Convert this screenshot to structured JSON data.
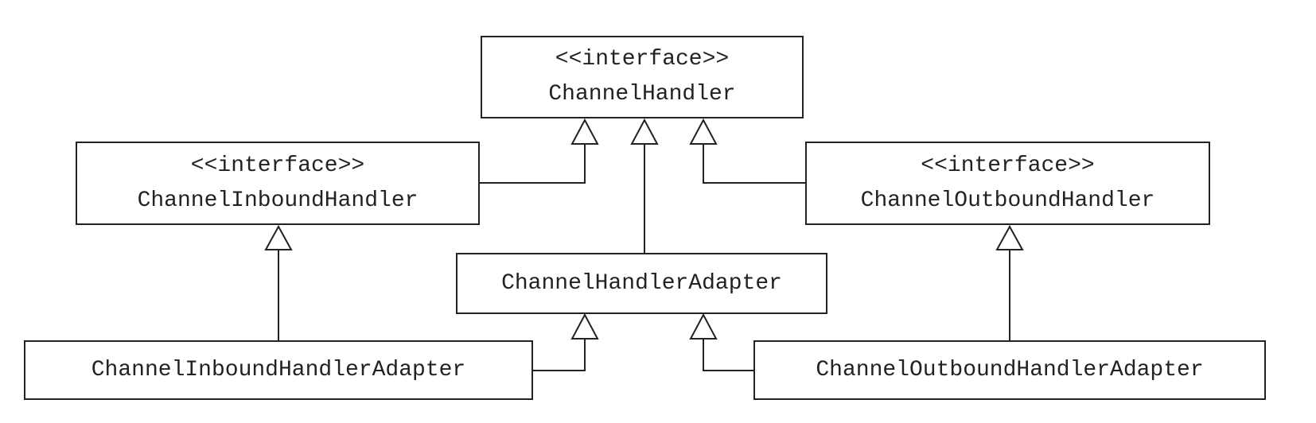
{
  "diagram": {
    "type": "uml-class-hierarchy",
    "nodes": {
      "channel_handler": {
        "stereotype": "<<interface>>",
        "name": "ChannelHandler"
      },
      "channel_inbound_handler": {
        "stereotype": "<<interface>>",
        "name": "ChannelInboundHandler"
      },
      "channel_outbound_handler": {
        "stereotype": "<<interface>>",
        "name": "ChannelOutboundHandler"
      },
      "channel_handler_adapter": {
        "name": "ChannelHandlerAdapter"
      },
      "channel_inbound_handler_adapter": {
        "name": "ChannelInboundHandlerAdapter"
      },
      "channel_outbound_handler_adapter": {
        "name": "ChannelOutboundHandlerAdapter"
      }
    },
    "edges": [
      {
        "from": "ChannelInboundHandler",
        "to": "ChannelHandler",
        "relation": "generalization"
      },
      {
        "from": "ChannelHandlerAdapter",
        "to": "ChannelHandler",
        "relation": "generalization"
      },
      {
        "from": "ChannelOutboundHandler",
        "to": "ChannelHandler",
        "relation": "generalization"
      },
      {
        "from": "ChannelInboundHandlerAdapter",
        "to": "ChannelInboundHandler",
        "relation": "generalization"
      },
      {
        "from": "ChannelInboundHandlerAdapter",
        "to": "ChannelHandlerAdapter",
        "relation": "generalization"
      },
      {
        "from": "ChannelOutboundHandlerAdapter",
        "to": "ChannelHandlerAdapter",
        "relation": "generalization"
      },
      {
        "from": "ChannelOutboundHandlerAdapter",
        "to": "ChannelOutboundHandler",
        "relation": "generalization"
      }
    ]
  }
}
